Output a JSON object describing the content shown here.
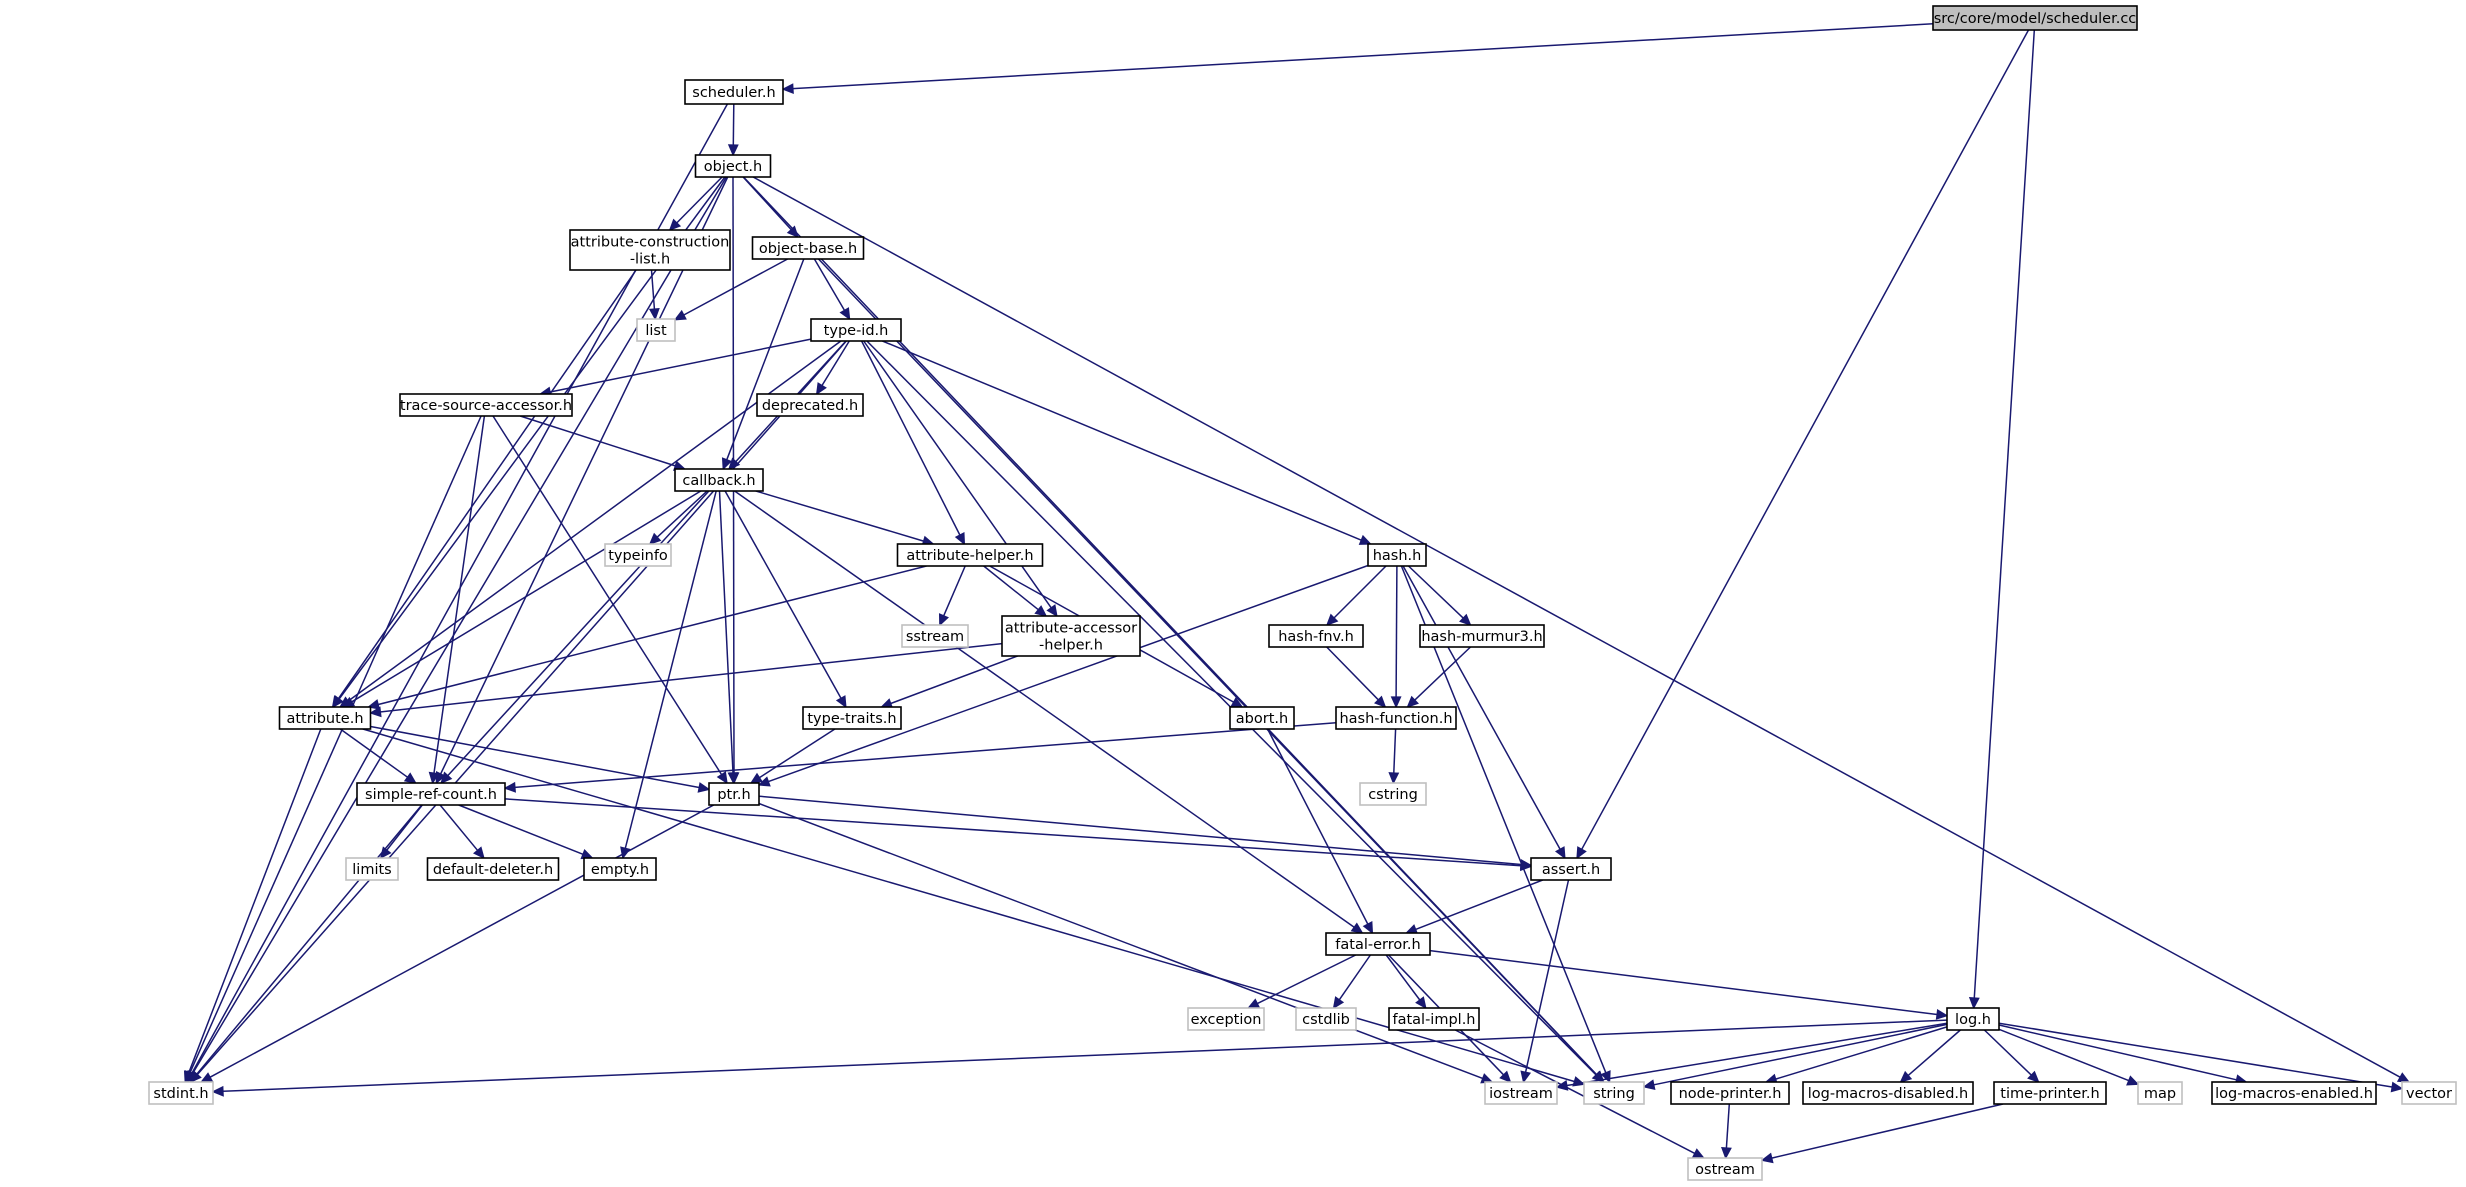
{
  "colors": {
    "edge": "#191970",
    "box_border": "#000000",
    "box_border_external": "#bfbfbf",
    "root_fill": "#bfbfbf",
    "box_fill": "#ffffff",
    "text": "#000000"
  },
  "graph": {
    "nodes": [
      {
        "id": "root",
        "label": "src/core/model/scheduler.cc",
        "kind": "root"
      },
      {
        "id": "scheduler_h",
        "label": "scheduler.h",
        "kind": "file"
      },
      {
        "id": "object_h",
        "label": "object.h",
        "kind": "file"
      },
      {
        "id": "acl_h",
        "label": "attribute-construction\n-list.h",
        "kind": "file"
      },
      {
        "id": "object_base_h",
        "label": "object-base.h",
        "kind": "file"
      },
      {
        "id": "list",
        "label": "list",
        "kind": "external"
      },
      {
        "id": "type_id_h",
        "label": "type-id.h",
        "kind": "file"
      },
      {
        "id": "tsa_h",
        "label": "trace-source-accessor.h",
        "kind": "file"
      },
      {
        "id": "deprecated_h",
        "label": "deprecated.h",
        "kind": "file"
      },
      {
        "id": "callback_h",
        "label": "callback.h",
        "kind": "file"
      },
      {
        "id": "typeinfo",
        "label": "typeinfo",
        "kind": "external"
      },
      {
        "id": "attr_helper_h",
        "label": "attribute-helper.h",
        "kind": "file"
      },
      {
        "id": "hash_h",
        "label": "hash.h",
        "kind": "file"
      },
      {
        "id": "sstream",
        "label": "sstream",
        "kind": "external"
      },
      {
        "id": "aah_h",
        "label": "attribute-accessor\n-helper.h",
        "kind": "file"
      },
      {
        "id": "hash_fnv_h",
        "label": "hash-fnv.h",
        "kind": "file"
      },
      {
        "id": "hash_murmur3_h",
        "label": "hash-murmur3.h",
        "kind": "file"
      },
      {
        "id": "attribute_h",
        "label": "attribute.h",
        "kind": "file"
      },
      {
        "id": "type_traits_h",
        "label": "type-traits.h",
        "kind": "file"
      },
      {
        "id": "abort_h",
        "label": "abort.h",
        "kind": "file"
      },
      {
        "id": "hash_function_h",
        "label": "hash-function.h",
        "kind": "file"
      },
      {
        "id": "src_h",
        "label": "simple-ref-count.h",
        "kind": "file"
      },
      {
        "id": "ptr_h",
        "label": "ptr.h",
        "kind": "file"
      },
      {
        "id": "cstring",
        "label": "cstring",
        "kind": "external"
      },
      {
        "id": "limits",
        "label": "limits",
        "kind": "external"
      },
      {
        "id": "default_deleter_h",
        "label": "default-deleter.h",
        "kind": "file"
      },
      {
        "id": "empty_h",
        "label": "empty.h",
        "kind": "file"
      },
      {
        "id": "assert_h",
        "label": "assert.h",
        "kind": "file"
      },
      {
        "id": "fatal_error_h",
        "label": "fatal-error.h",
        "kind": "file"
      },
      {
        "id": "exception",
        "label": "exception",
        "kind": "external"
      },
      {
        "id": "cstdlib",
        "label": "cstdlib",
        "kind": "external"
      },
      {
        "id": "fatal_impl_h",
        "label": "fatal-impl.h",
        "kind": "file"
      },
      {
        "id": "log_h",
        "label": "log.h",
        "kind": "file"
      },
      {
        "id": "stdint_h",
        "label": "stdint.h",
        "kind": "external"
      },
      {
        "id": "iostream",
        "label": "iostream",
        "kind": "external"
      },
      {
        "id": "string",
        "label": "string",
        "kind": "external"
      },
      {
        "id": "node_printer_h",
        "label": "node-printer.h",
        "kind": "file"
      },
      {
        "id": "lmd_h",
        "label": "log-macros-disabled.h",
        "kind": "file"
      },
      {
        "id": "time_printer_h",
        "label": "time-printer.h",
        "kind": "file"
      },
      {
        "id": "map",
        "label": "map",
        "kind": "external"
      },
      {
        "id": "lme_h",
        "label": "log-macros-enabled.h",
        "kind": "file"
      },
      {
        "id": "vector",
        "label": "vector",
        "kind": "external"
      },
      {
        "id": "ostream",
        "label": "ostream",
        "kind": "external"
      }
    ],
    "edges": [
      [
        "root",
        "scheduler_h"
      ],
      [
        "root",
        "assert_h"
      ],
      [
        "root",
        "log_h"
      ],
      [
        "scheduler_h",
        "object_h"
      ],
      [
        "scheduler_h",
        "stdint_h"
      ],
      [
        "object_h",
        "acl_h"
      ],
      [
        "object_h",
        "object_base_h"
      ],
      [
        "object_h",
        "attribute_h"
      ],
      [
        "object_h",
        "src_h"
      ],
      [
        "object_h",
        "stdint_h"
      ],
      [
        "object_h",
        "ptr_h"
      ],
      [
        "object_h",
        "string"
      ],
      [
        "object_h",
        "vector"
      ],
      [
        "acl_h",
        "list"
      ],
      [
        "acl_h",
        "attribute_h"
      ],
      [
        "object_base_h",
        "list"
      ],
      [
        "object_base_h",
        "type_id_h"
      ],
      [
        "object_base_h",
        "callback_h"
      ],
      [
        "object_base_h",
        "string"
      ],
      [
        "type_id_h",
        "tsa_h"
      ],
      [
        "type_id_h",
        "deprecated_h"
      ],
      [
        "type_id_h",
        "callback_h"
      ],
      [
        "type_id_h",
        "attr_helper_h"
      ],
      [
        "type_id_h",
        "aah_h"
      ],
      [
        "type_id_h",
        "hash_h"
      ],
      [
        "type_id_h",
        "attribute_h"
      ],
      [
        "type_id_h",
        "stdint_h"
      ],
      [
        "type_id_h",
        "string"
      ],
      [
        "tsa_h",
        "callback_h"
      ],
      [
        "tsa_h",
        "src_h"
      ],
      [
        "tsa_h",
        "ptr_h"
      ],
      [
        "tsa_h",
        "stdint_h"
      ],
      [
        "callback_h",
        "typeinfo"
      ],
      [
        "callback_h",
        "attr_helper_h"
      ],
      [
        "callback_h",
        "attribute_h"
      ],
      [
        "callback_h",
        "src_h"
      ],
      [
        "callback_h",
        "empty_h"
      ],
      [
        "callback_h",
        "ptr_h"
      ],
      [
        "callback_h",
        "type_traits_h"
      ],
      [
        "callback_h",
        "fatal_error_h"
      ],
      [
        "attr_helper_h",
        "sstream"
      ],
      [
        "attr_helper_h",
        "aah_h"
      ],
      [
        "attr_helper_h",
        "abort_h"
      ],
      [
        "attr_helper_h",
        "attribute_h"
      ],
      [
        "aah_h",
        "attribute_h"
      ],
      [
        "aah_h",
        "type_traits_h"
      ],
      [
        "hash_h",
        "hash_fnv_h"
      ],
      [
        "hash_h",
        "hash_murmur3_h"
      ],
      [
        "hash_h",
        "hash_function_h"
      ],
      [
        "hash_h",
        "assert_h"
      ],
      [
        "hash_h",
        "ptr_h"
      ],
      [
        "hash_h",
        "string"
      ],
      [
        "hash_fnv_h",
        "hash_function_h"
      ],
      [
        "hash_murmur3_h",
        "hash_function_h"
      ],
      [
        "hash_function_h",
        "cstring"
      ],
      [
        "hash_function_h",
        "src_h"
      ],
      [
        "attribute_h",
        "src_h"
      ],
      [
        "attribute_h",
        "ptr_h"
      ],
      [
        "attribute_h",
        "stdint_h"
      ],
      [
        "attribute_h",
        "string"
      ],
      [
        "type_traits_h",
        "ptr_h"
      ],
      [
        "abort_h",
        "fatal_error_h"
      ],
      [
        "src_h",
        "limits"
      ],
      [
        "src_h",
        "default_deleter_h"
      ],
      [
        "src_h",
        "empty_h"
      ],
      [
        "src_h",
        "assert_h"
      ],
      [
        "src_h",
        "stdint_h"
      ],
      [
        "ptr_h",
        "assert_h"
      ],
      [
        "ptr_h",
        "stdint_h"
      ],
      [
        "ptr_h",
        "iostream"
      ],
      [
        "assert_h",
        "fatal_error_h"
      ],
      [
        "assert_h",
        "iostream"
      ],
      [
        "fatal_error_h",
        "exception"
      ],
      [
        "fatal_error_h",
        "cstdlib"
      ],
      [
        "fatal_error_h",
        "fatal_impl_h"
      ],
      [
        "fatal_error_h",
        "iostream"
      ],
      [
        "fatal_error_h",
        "log_h"
      ],
      [
        "fatal_impl_h",
        "ostream"
      ],
      [
        "log_h",
        "stdint_h"
      ],
      [
        "log_h",
        "iostream"
      ],
      [
        "log_h",
        "string"
      ],
      [
        "log_h",
        "node_printer_h"
      ],
      [
        "log_h",
        "lmd_h"
      ],
      [
        "log_h",
        "time_printer_h"
      ],
      [
        "log_h",
        "map"
      ],
      [
        "log_h",
        "lme_h"
      ],
      [
        "log_h",
        "vector"
      ],
      [
        "node_printer_h",
        "ostream"
      ],
      [
        "time_printer_h",
        "ostream"
      ]
    ]
  }
}
